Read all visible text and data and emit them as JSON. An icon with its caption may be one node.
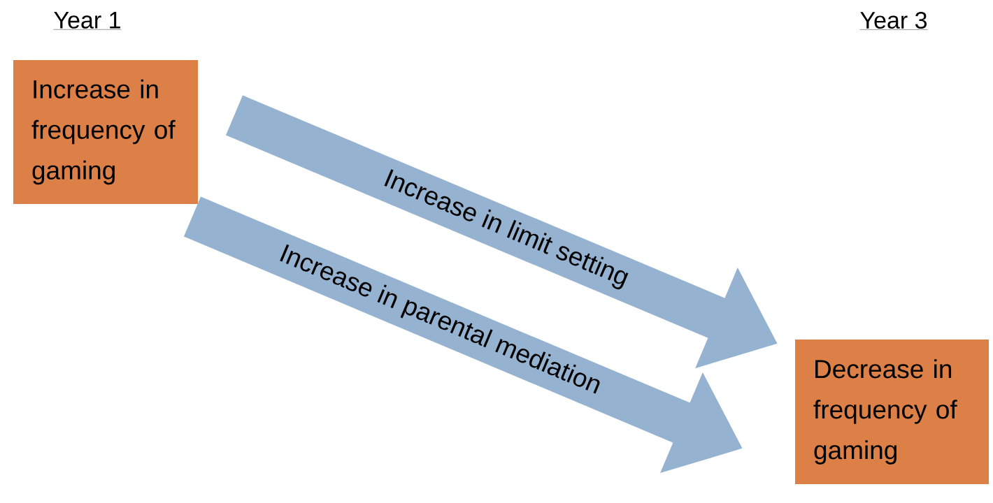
{
  "diagram": {
    "nodes": [
      {
        "text": [
          "Increase in frequency of gaming"
        ]
      },
      {
        "text": [
          "Decrease in frequency of gaming"
        ]
      }
    ],
    "edges": [
      {
        "from": 0,
        "to": 1,
        "arrow": "to",
        "label": "Increase in  limit setting"
      },
      {
        "from": 0,
        "to": 1,
        "arrow": "to",
        "label": "Increase in  parental mediation"
      }
    ],
    "labels": [
      "Year 1",
      "Year 3"
    ]
  }
}
